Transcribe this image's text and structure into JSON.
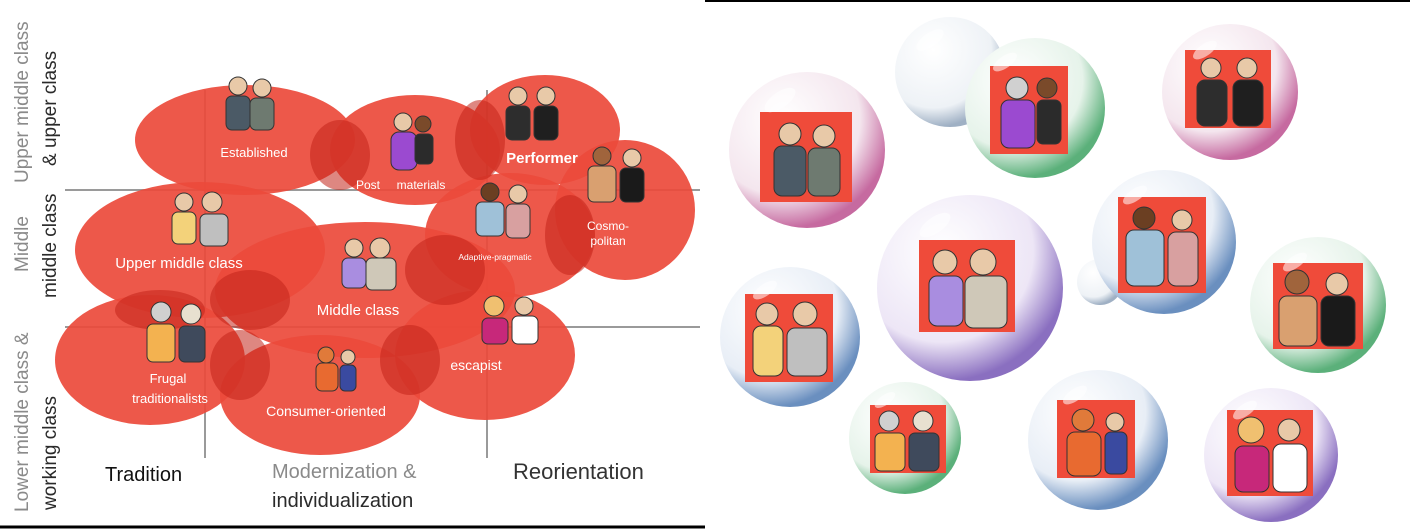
{
  "y_axis": {
    "upper_a": "Upper middle class",
    "upper_b": "& upper class",
    "middle_a": "Middle",
    "middle_b": "middle class",
    "lower_a": "Lower middle class &",
    "lower_b": "working class"
  },
  "x_axis": {
    "tradition": "Tradition",
    "modernization_a": "Modernization &",
    "modernization_b": "individualization",
    "reorientation": "Reorientation"
  },
  "segments": {
    "established": "Established",
    "post_a": "Post",
    "post_b": "materials",
    "performer": "Performer",
    "upper_middle": "Upper middle class",
    "adaptive": "Adaptive-pragmatic",
    "cosmo_a": "Cosmo-",
    "cosmo_b": "politan",
    "middle": "Middle class",
    "frugal_a": "Frugal",
    "frugal_b": "traditionalists",
    "consumer": "Consumer-oriented",
    "escapist": "escapist"
  },
  "colors": {
    "blob": "#ec4a3b",
    "overlap": "#c8281e",
    "axis_text": "#8a8a8a",
    "bubble_pink": "#c66aa0",
    "bubble_green": "#5bb07a",
    "bubble_blue": "#6a8fbf",
    "bubble_purple": "#8a6fc0"
  },
  "icons": [
    "people-pair-icon"
  ]
}
